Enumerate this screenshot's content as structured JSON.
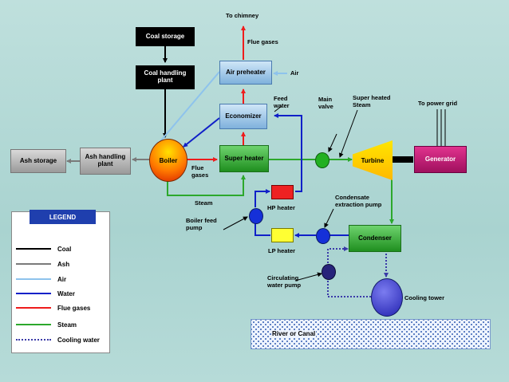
{
  "nodes": {
    "coal_storage": "Coal storage",
    "coal_handling": "Coal handling plant",
    "air_preheater": "Air preheater",
    "economizer": "Economizer",
    "super_heater": "Super heater",
    "boiler": "Boiler",
    "ash_handling": "Ash handling plant",
    "ash_storage": "Ash storage",
    "turbine": "Turbine",
    "generator": "Generator",
    "hp_heater": "HP heater",
    "lp_heater": "LP heater",
    "condenser": "Condenser",
    "cooling_tower": "Cooling tower",
    "river": "River or Canal"
  },
  "labels": {
    "to_chimney": "To chimney",
    "flue_gases_top": "Flue gases",
    "air": "Air",
    "feed_water": "Feed water",
    "main_valve": "Main valve",
    "super_heated_steam": "Super heated Steam",
    "to_power_grid": "To power grid",
    "flue_gases_mid": "Flue gases",
    "steam": "Steam",
    "boiler_feed_pump": "Boiler feed pump",
    "condensate_pump": "Condensate extraction pump",
    "circulating_pump": "Circulating water pump"
  },
  "legend": {
    "title": "LEGEND",
    "items": [
      {
        "label": "Coal",
        "color": "#000000",
        "style": "solid"
      },
      {
        "label": "Ash",
        "color": "#7a7a7a",
        "style": "solid"
      },
      {
        "label": "Air",
        "color": "#8ec3ec",
        "style": "solid"
      },
      {
        "label": "Water",
        "color": "#1020c8",
        "style": "solid"
      },
      {
        "label": "Flue gases",
        "color": "#ee1c1c",
        "style": "solid"
      },
      {
        "label": "Steam",
        "color": "#2ca82c",
        "style": "solid"
      },
      {
        "label": "Cooling water",
        "color": "#3a3aa8",
        "style": "dotted"
      }
    ]
  }
}
